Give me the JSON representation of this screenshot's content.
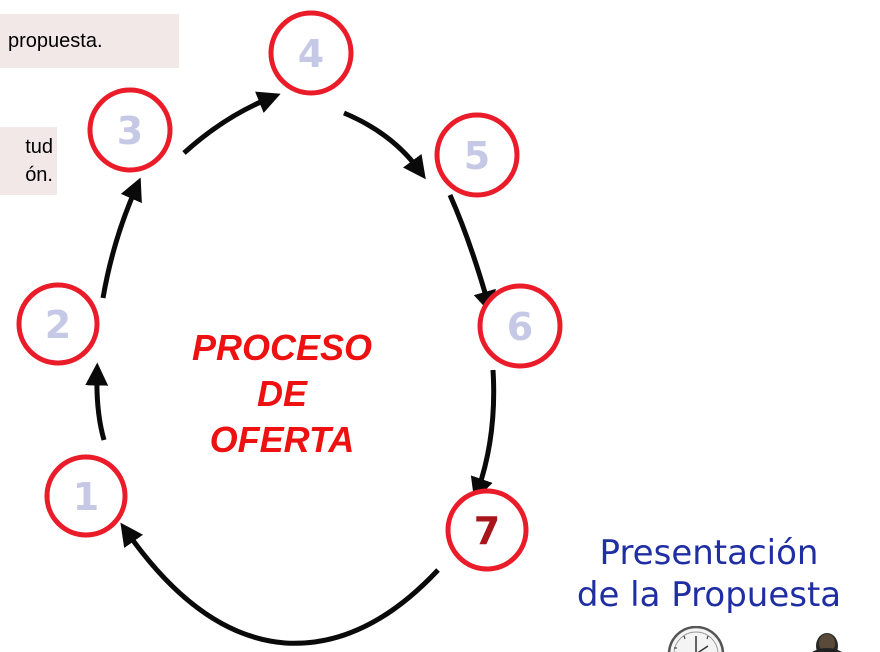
{
  "notes": {
    "top": "propuesta.",
    "middle_line1": "tud",
    "middle_line2": "ón."
  },
  "cycle": {
    "title_lines": [
      "PROCESO",
      "DE",
      "OFERTA"
    ],
    "steps": [
      {
        "number": "1",
        "highlighted": false
      },
      {
        "number": "2",
        "highlighted": false
      },
      {
        "number": "3",
        "highlighted": false
      },
      {
        "number": "4",
        "highlighted": false
      },
      {
        "number": "5",
        "highlighted": false
      },
      {
        "number": "6",
        "highlighted": false
      },
      {
        "number": "7",
        "highlighted": true
      }
    ]
  },
  "presentation": {
    "line1": "Presentación",
    "line2": "de la Propuesta"
  },
  "illustration_icons": [
    "clock-icon",
    "person-icon"
  ],
  "colors": {
    "circle_stroke": "#ea1c2a",
    "step_number_muted": "#c5c9e6",
    "step_number_active": "#a8161c",
    "title_red": "#ee1111",
    "arrow": "#0a0a0a",
    "presentation_text": "#1f2ea3",
    "note_background": "#f2e8e8"
  }
}
